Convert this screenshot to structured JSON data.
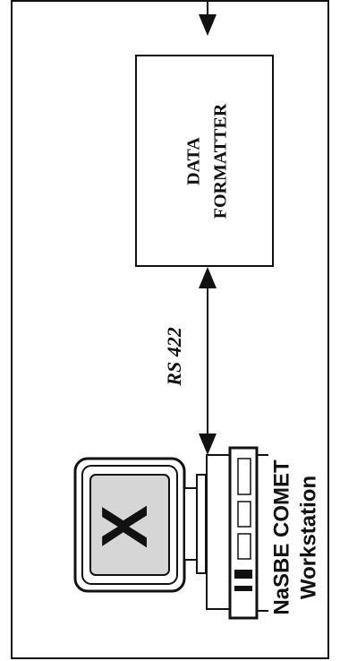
{
  "diagram": {
    "formatter_line1": "DATA",
    "formatter_line2": "FORMATTER",
    "link_label": "RS 422",
    "workstation_line1": "NaSBE COMET",
    "workstation_line2": "Workstation",
    "screen_glyph": "X",
    "colors": {
      "ink": "#111111",
      "screen_bg": "#d6d6d6",
      "paper": "#ffffff"
    },
    "icons": [
      "arrow-down-icon",
      "double-arrow-icon",
      "computer-workstation-icon"
    ]
  }
}
